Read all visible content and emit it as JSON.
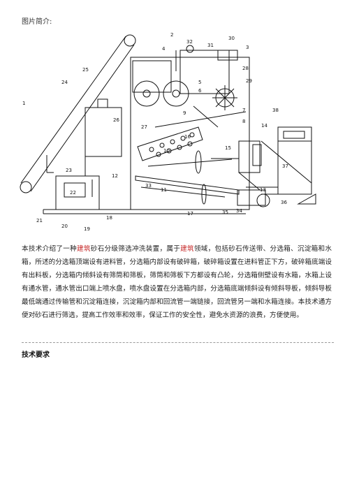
{
  "header": {
    "label": "图片简介:"
  },
  "figure": {
    "part_numbers": [
      "1",
      "2",
      "3",
      "4",
      "5",
      "6",
      "7",
      "8",
      "9",
      "10",
      "11",
      "12",
      "13",
      "14",
      "15",
      "16",
      "17",
      "18",
      "19",
      "20",
      "21",
      "22",
      "23",
      "24",
      "25",
      "26",
      "27",
      "28",
      "29",
      "30",
      "31",
      "32",
      "33",
      "34",
      "35",
      "36",
      "37",
      "38"
    ]
  },
  "abstract": {
    "p1": "本技术介绍了一种",
    "hl1": "建筑",
    "p2": "砂石分级筛选冲洗装置，属于",
    "hl2": "建筑",
    "p3": "领域，包括砂石传送带、分选箱、沉淀箱和水箱，所述的分选箱顶端设有进料管，分选箱内部设有破碎箱，破碎箱设置在进料管正下方，破碎箱底端设有出料板，分选箱内倾斜设有筛筒和筛板，筛筒和筛板下方都设有凸轮，分选箱侧壁设有水箱，水箱上设有通水管，通水管出口端上喷水盘，喷水盘设置在分选箱内部，分选箱底端倾斜设有倾斜导板，倾斜导板最低端通过传输管和沉淀箱连接，沉淀箱内部和回流管一端链接，回流管另一端和水箱连接。本技术通方便对砂石进行筛选，提高工作效率和效率，保证工作的安全性，避免水资源的浪费，方便使用。"
  },
  "section": {
    "title": "技术要求"
  }
}
